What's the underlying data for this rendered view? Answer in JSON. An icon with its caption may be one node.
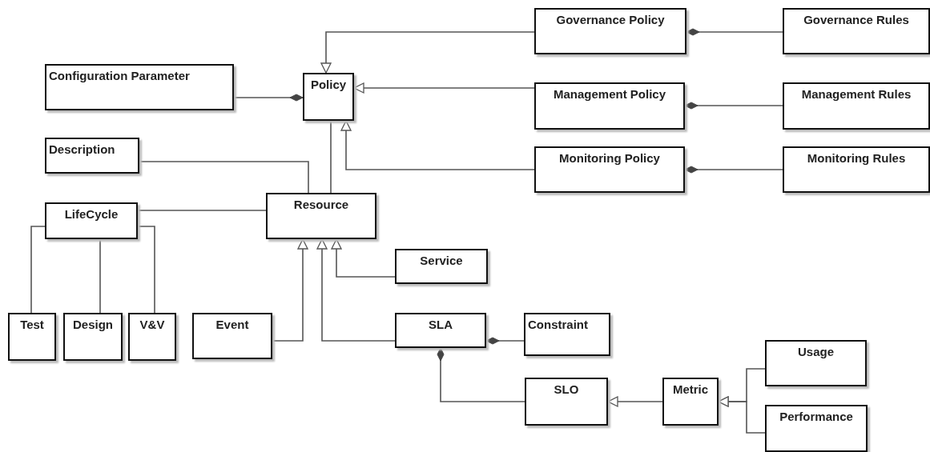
{
  "diagram": {
    "nodes": [
      {
        "text": [
          "Governance Policy"
        ]
      },
      {
        "text": [
          "Governance Rules"
        ]
      },
      {
        "text": [
          "Configuration Parameter"
        ]
      },
      {
        "text": [
          "Policy"
        ]
      },
      {
        "text": [
          "Management Policy"
        ]
      },
      {
        "text": [
          "Management Rules"
        ]
      },
      {
        "text": [
          "Description"
        ]
      },
      {
        "text": [
          "Monitoring Policy"
        ]
      },
      {
        "text": [
          "Monitoring Rules"
        ]
      },
      {
        "text": [
          "LifeCycle"
        ]
      },
      {
        "text": [
          "Resource"
        ]
      },
      {
        "text": [
          "Service"
        ]
      },
      {
        "text": [
          "Test"
        ]
      },
      {
        "text": [
          "Design"
        ]
      },
      {
        "text": [
          "V&V"
        ]
      },
      {
        "text": [
          "Event"
        ]
      },
      {
        "text": [
          "SLA"
        ]
      },
      {
        "text": [
          "Constraint"
        ]
      },
      {
        "text": [
          "Usage"
        ]
      },
      {
        "text": [
          "SLO"
        ]
      },
      {
        "text": [
          "Metric"
        ]
      },
      {
        "text": [
          "Performance"
        ]
      }
    ],
    "edges": [
      {
        "from": 0,
        "to": 3,
        "arrow": "to"
      },
      {
        "from": 1,
        "to": 0,
        "arrow": "other"
      },
      {
        "from": 2,
        "to": 3,
        "arrow": "other"
      },
      {
        "from": 4,
        "to": 3,
        "arrow": "to"
      },
      {
        "from": 5,
        "to": 4,
        "arrow": "other"
      },
      {
        "from": 7,
        "to": 3,
        "arrow": "to"
      },
      {
        "from": 8,
        "to": 7,
        "arrow": "other"
      },
      {
        "from": 10,
        "to": 3,
        "arrow": "none"
      },
      {
        "from": 6,
        "to": 10,
        "arrow": "none"
      },
      {
        "from": 9,
        "to": 10,
        "arrow": "none"
      },
      {
        "from": 9,
        "to": 12,
        "arrow": "none"
      },
      {
        "from": 9,
        "to": 13,
        "arrow": "none"
      },
      {
        "from": 9,
        "to": 14,
        "arrow": "none"
      },
      {
        "from": 15,
        "to": 10,
        "arrow": "to"
      },
      {
        "from": 16,
        "to": 10,
        "arrow": "to"
      },
      {
        "from": 11,
        "to": 10,
        "arrow": "to"
      },
      {
        "from": 17,
        "to": 16,
        "arrow": "other"
      },
      {
        "from": 19,
        "to": 16,
        "arrow": "other"
      },
      {
        "from": 20,
        "to": 19,
        "arrow": "to"
      },
      {
        "from": 18,
        "to": 20,
        "arrow": "to"
      },
      {
        "from": 21,
        "to": 20,
        "arrow": "to"
      }
    ]
  }
}
